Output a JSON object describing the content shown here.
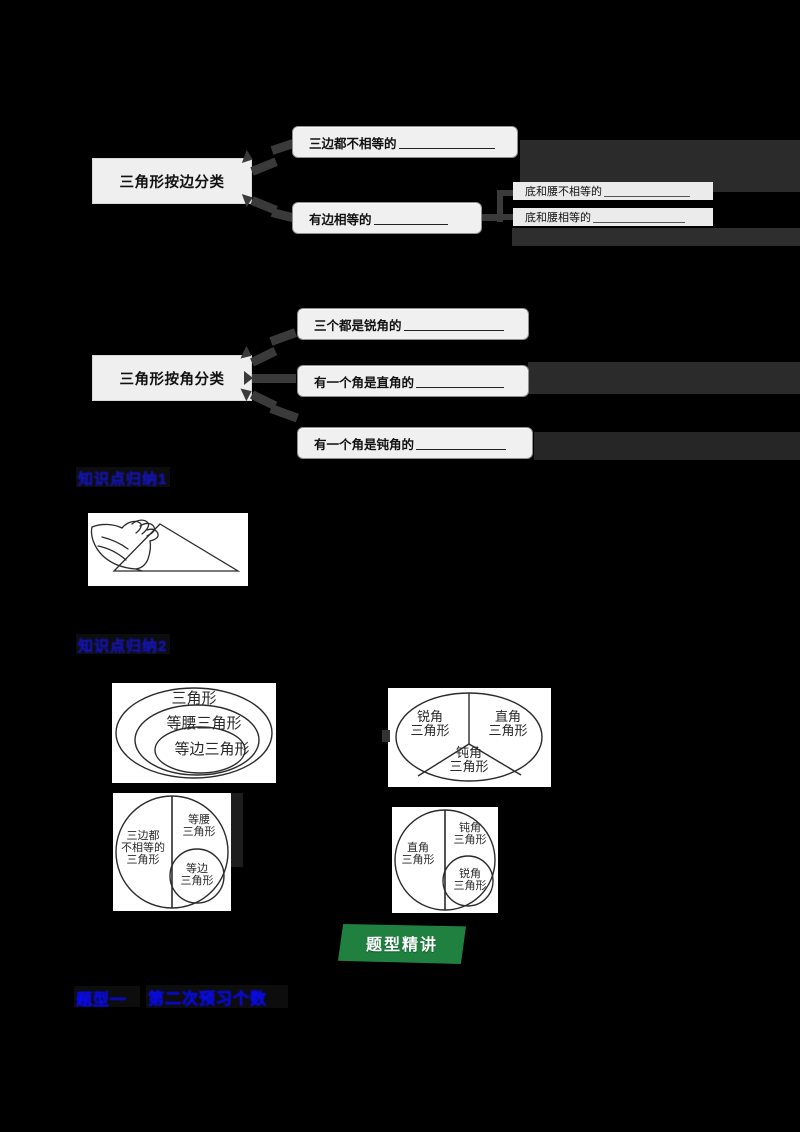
{
  "page": {
    "background_color": "#000000",
    "paper_color": "#ffffff"
  },
  "diagram_side": {
    "root_label": "三角形按边分类",
    "branches": [
      {
        "label": "三边都不相等的",
        "blank": true
      },
      {
        "label": "有边相等的",
        "blank": true
      }
    ],
    "sub_branches": [
      {
        "label": "底和腰不相等的",
        "blank": true
      },
      {
        "label": "底和腰相等的",
        "blank": true
      }
    ]
  },
  "diagram_angle": {
    "root_label": "三角形按角分类",
    "branches": [
      {
        "label": "三个都是锐角的",
        "blank": true
      },
      {
        "label": "有一个角是直角的",
        "blank": true
      },
      {
        "label": "有一个角是钝角的",
        "blank": true
      }
    ]
  },
  "headings": {
    "h1": "知识点归纳1",
    "h2": "知识点归纳2",
    "h3_tag": "题型一",
    "h3_text": "第二次预习个数"
  },
  "banner": {
    "label": "题型精讲",
    "color": "#1f8040",
    "text_color": "#ffffff"
  },
  "figure_hand": {
    "caption": ""
  },
  "venn_nested": {
    "rings": [
      "三角形",
      "等腰三角形",
      "等边三角形"
    ]
  },
  "venn_thirds": {
    "parts": [
      "锐角\n三角形",
      "直角\n三角形",
      "钝角\n三角形"
    ]
  },
  "venn_split_side": {
    "left": "三边都\n不相等的\n三角形",
    "right_outer": "等腰\n三角形",
    "right_inner": "等边\n三角形"
  },
  "venn_split_angle": {
    "left": "直角\n三角形",
    "right_outer": "钝角\n三角形",
    "right_inner": "锐角\n三角形"
  }
}
